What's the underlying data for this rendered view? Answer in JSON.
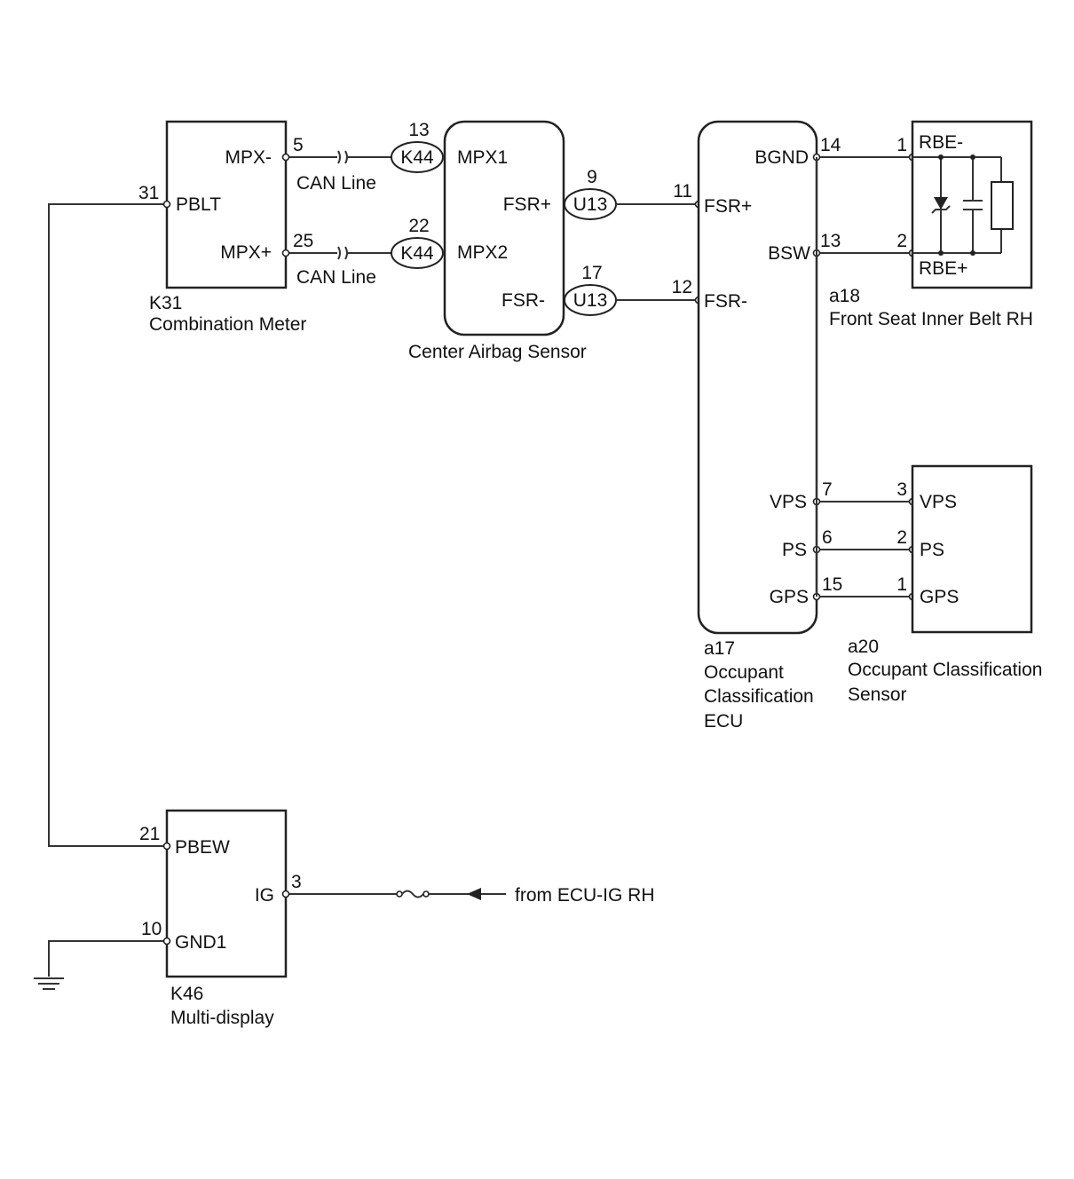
{
  "k31": {
    "code": "K31",
    "name": "Combination Meter",
    "pins": {
      "mpx_minus": "MPX-",
      "mpx_plus": "MPX+",
      "pblt": "PBLT"
    },
    "pin_numbers": {
      "mpx_minus": "5",
      "mpx_plus": "25",
      "pblt": "31"
    }
  },
  "can_line": {
    "label_top": "CAN Line",
    "label_bottom": "CAN Line"
  },
  "junction_k44": {
    "code": "K44",
    "pin_top": "13",
    "pin_bottom": "22"
  },
  "center_airbag": {
    "name": "Center Airbag Sensor",
    "pins": {
      "mpx1": "MPX1",
      "mpx2": "MPX2",
      "fsr_plus": "FSR+",
      "fsr_minus": "FSR-"
    }
  },
  "junction_u13": {
    "code": "U13",
    "pin_top": "9",
    "pin_bottom": "17"
  },
  "a17": {
    "code": "a17",
    "name_lines": [
      "Occupant",
      "Classification",
      "ECU"
    ],
    "pins": {
      "fsr_plus": "FSR+",
      "fsr_minus": "FSR-",
      "bgnd": "BGND",
      "bsw": "BSW",
      "vps": "VPS",
      "ps": "PS",
      "gps": "GPS"
    },
    "pin_numbers": {
      "fsr_plus": "11",
      "fsr_minus": "12",
      "bgnd": "14",
      "bsw": "13",
      "vps": "7",
      "ps": "6",
      "gps": "15"
    }
  },
  "a18": {
    "code": "a18",
    "name": "Front Seat Inner Belt RH",
    "pins": {
      "rbe_minus": "RBE-",
      "rbe_plus": "RBE+"
    },
    "pin_numbers": {
      "rbe_minus": "1",
      "rbe_plus": "2"
    }
  },
  "a20": {
    "code": "a20",
    "name_lines": [
      "Occupant Classification",
      "Sensor"
    ],
    "pins": {
      "vps": "VPS",
      "ps": "PS",
      "gps": "GPS"
    },
    "pin_numbers": {
      "vps": "3",
      "ps": "2",
      "gps": "1"
    }
  },
  "k46": {
    "code": "K46",
    "name": "Multi-display",
    "pins": {
      "pbew": "PBEW",
      "gnd1": "GND1",
      "ig": "IG"
    },
    "pin_numbers": {
      "pbew": "21",
      "gnd1": "10",
      "ig": "3"
    }
  },
  "power_source": {
    "label": "from ECU-IG RH"
  }
}
